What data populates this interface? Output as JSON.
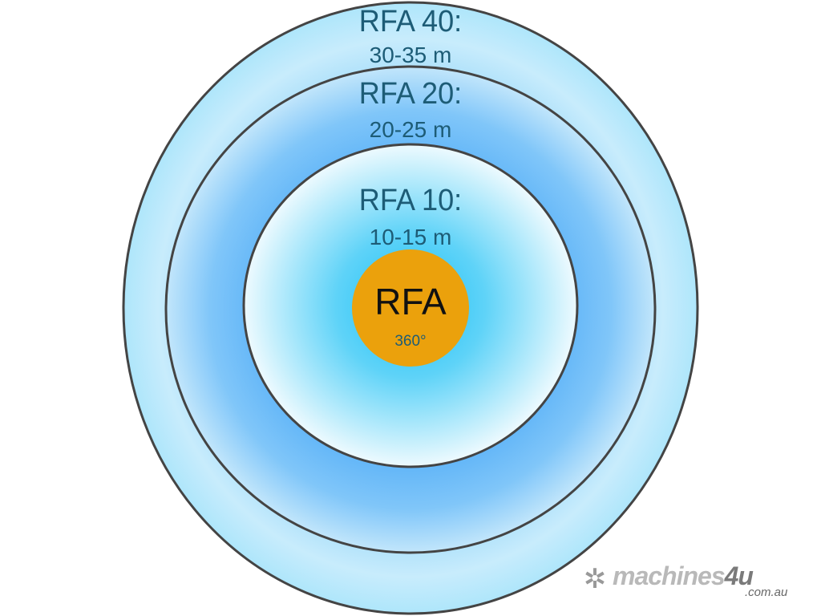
{
  "zones": [
    {
      "name": "RFA 40:",
      "range": "30-35 m"
    },
    {
      "name": "RFA 20:",
      "range": "20-25 m"
    },
    {
      "name": "RFA 10:",
      "range": "10-15 m"
    }
  ],
  "core": {
    "name": "RFA",
    "angle": "360°"
  },
  "watermark": {
    "brand": "machines",
    "brand_accent": "4u",
    "domain": ".com.au",
    "icon": "snowflake-arrows-icon"
  },
  "colors": {
    "core": "#eba10c",
    "text": "#1d5c76",
    "ring_stroke": "#444444"
  }
}
